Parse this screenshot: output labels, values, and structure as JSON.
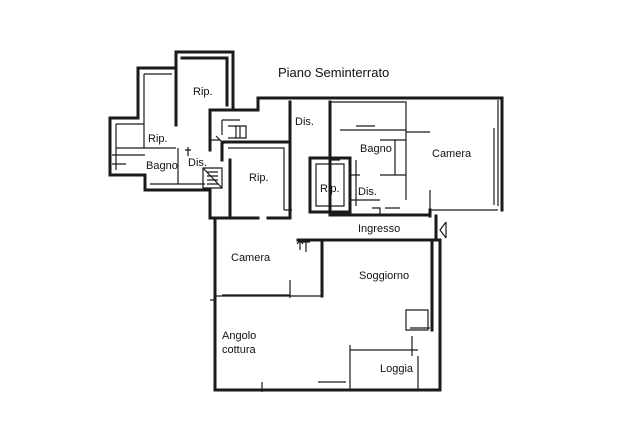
{
  "plan": {
    "title": "Piano Seminterrato",
    "rooms": {
      "rip_top": "Rip.",
      "rip_left": "Rip.",
      "bagno_left": "Bagno",
      "dis_left": "Dis.",
      "rip_center": "Rip.",
      "dis_top": "Dis.",
      "bagno_right": "Bagno",
      "camera_right": "Camera",
      "rip_small": "Rip.",
      "dis_small": "Dis.",
      "ingresso": "Ingresso",
      "camera_center": "Camera",
      "soggiorno": "Soggiorno",
      "angolo_line1": "Angolo",
      "angolo_line2": "cottura",
      "loggia": "Loggia"
    }
  }
}
